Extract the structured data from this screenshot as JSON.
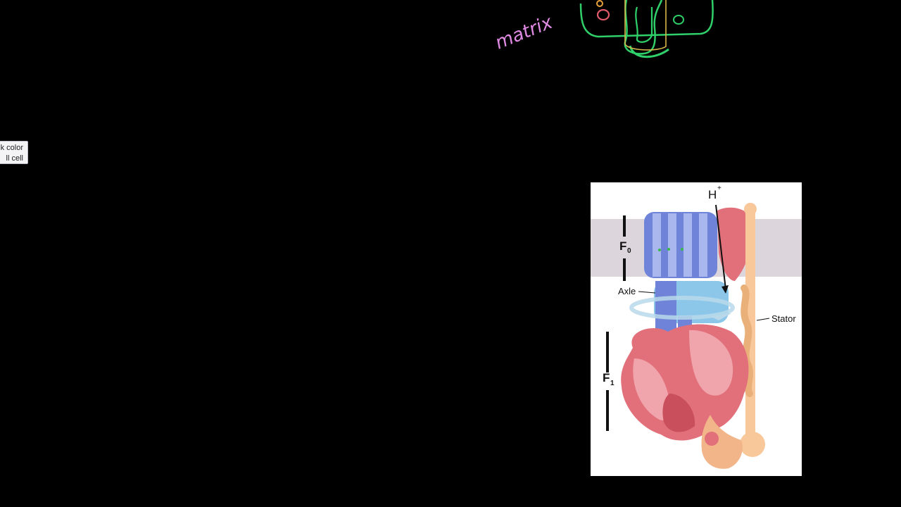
{
  "tooltip": {
    "line1": "k color",
    "line2": "ll cell"
  },
  "sketch": {
    "handwritten_text": "matrix",
    "icon": "handwritten-mitochondria-sketch"
  },
  "figure": {
    "icon": "atp-synthase-illustration",
    "labels": {
      "proton": "H",
      "proton_charge": "+",
      "f0_letter": "F",
      "f0_sub": "0",
      "f1_letter": "F",
      "f1_sub": "1",
      "axle": "Axle",
      "stator": "Stator"
    },
    "colors": {
      "membrane": "#dcd6dc",
      "f0_blue": "#6f84d8",
      "axle_blue": "#8cc7ea",
      "f1_red": "#e2707a",
      "stator_peach": "#f8c79a"
    }
  }
}
